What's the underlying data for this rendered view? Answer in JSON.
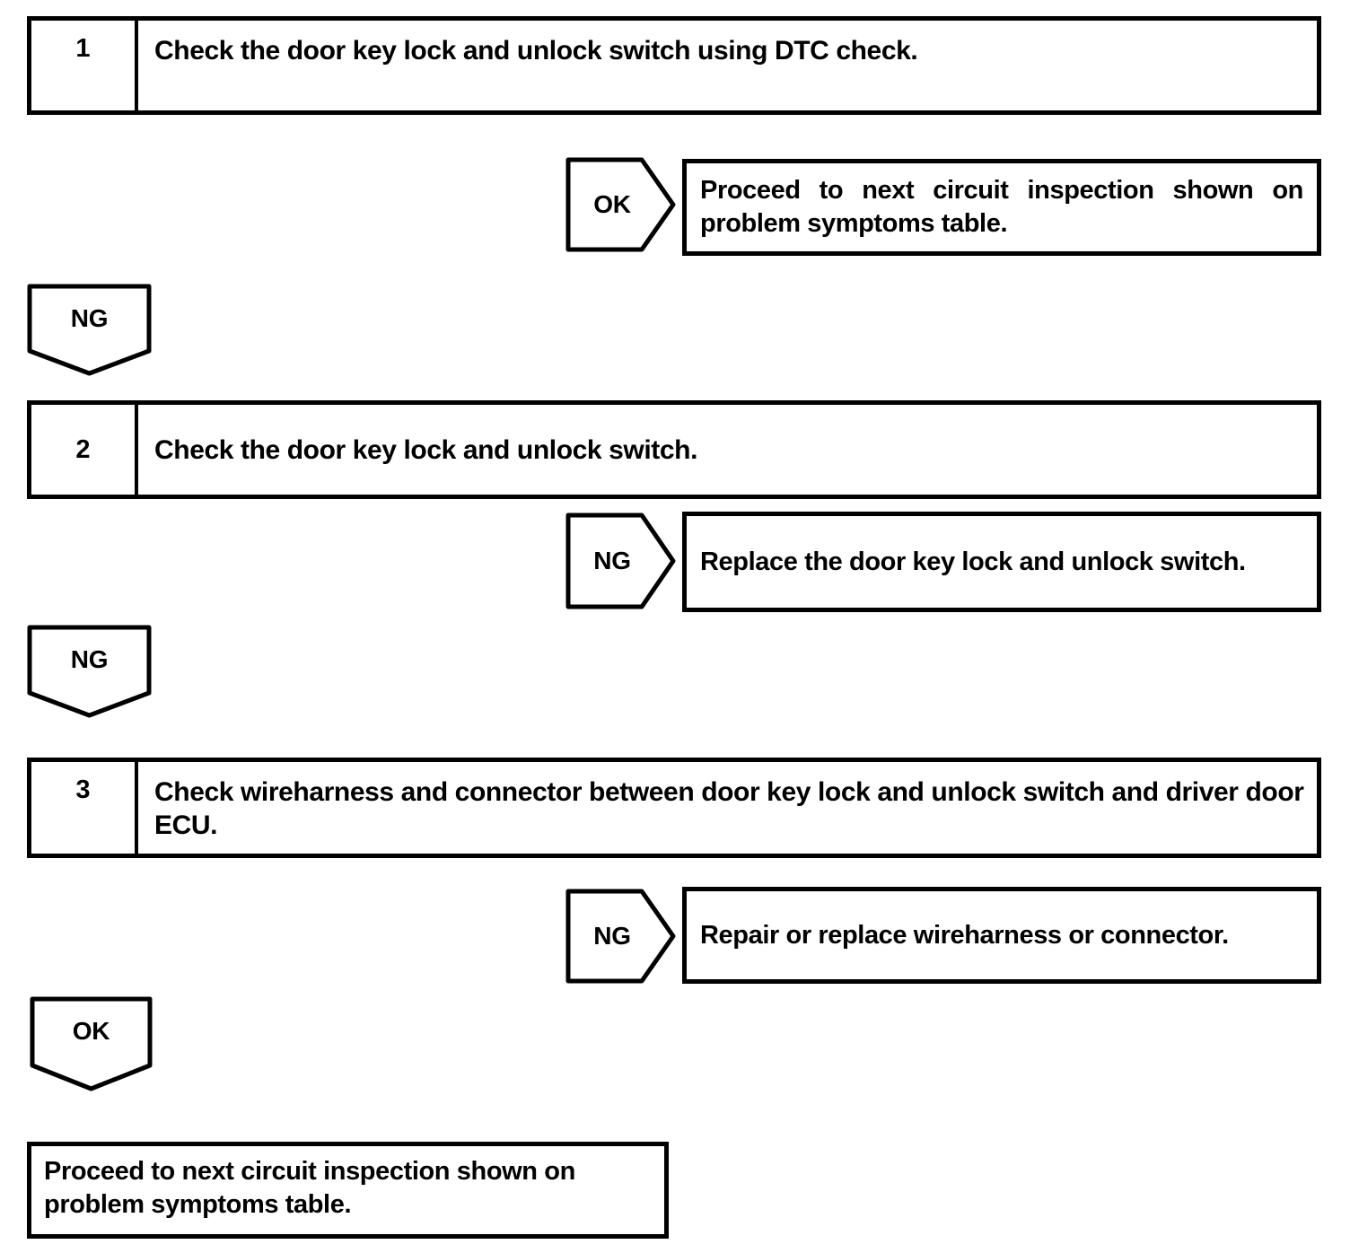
{
  "colors": {
    "ink": "#000000",
    "paper": "#ffffff"
  },
  "flowchart": {
    "steps": [
      {
        "number": "1",
        "instruction": "Check the door key lock and unlock switch using DTC check."
      },
      {
        "number": "2",
        "instruction": "Check the door key lock and unlock switch."
      },
      {
        "number": "3",
        "instruction": "Check wireharness and connector between door key lock and unlock switch and driver door ECU."
      }
    ],
    "branches": [
      {
        "label": "OK",
        "result": "Proceed to next circuit inspection shown on problem symptoms table."
      },
      {
        "label": "NG",
        "result": "Replace the door key lock and unlock switch."
      },
      {
        "label": "NG",
        "result": "Repair or replace wireharness or connector."
      }
    ],
    "flow_labels": [
      {
        "label": "NG"
      },
      {
        "label": "NG"
      },
      {
        "label": "OK"
      }
    ],
    "terminal": {
      "text": "Proceed to next circuit inspection shown on problem symptoms table."
    }
  }
}
